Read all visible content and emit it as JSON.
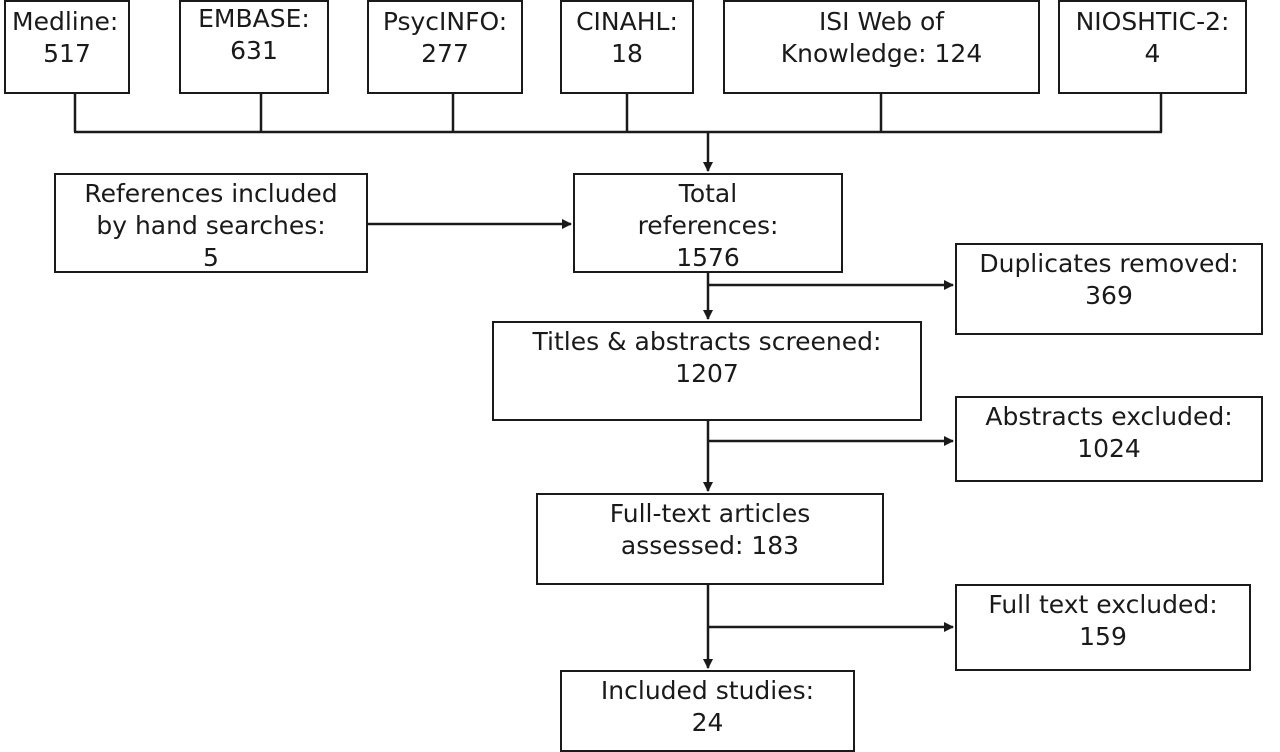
{
  "sources": {
    "medline": {
      "line1": "Medline:",
      "line2": "517"
    },
    "embase": {
      "line1": "EMBASE:",
      "line2": "631"
    },
    "psycinfo": {
      "line1": "PsycINFO:",
      "line2": "277"
    },
    "cinahl": {
      "line1": "CINAHL:",
      "line2": "18"
    },
    "isi": {
      "line1": "ISI Web of",
      "line2": "Knowledge: 124"
    },
    "nioshtic": {
      "line1": "NIOSHTIC-2:",
      "line2": "4"
    }
  },
  "hand_searches": {
    "line1": "References included",
    "line2": "by hand searches:",
    "line3": "5"
  },
  "total": {
    "line1": "Total",
    "line2": "references:",
    "line3": "1576"
  },
  "duplicates": {
    "line1": "Duplicates removed:",
    "line2": "369"
  },
  "titles_screened": {
    "line1": "Titles & abstracts screened:",
    "line2": "1207"
  },
  "abstracts_excluded": {
    "line1": "Abstracts excluded:",
    "line2": "1024"
  },
  "fulltext_assessed": {
    "line1": "Full-text articles",
    "line2": "assessed: 183"
  },
  "fulltext_excluded": {
    "line1": "Full text excluded:",
    "line2": "159"
  },
  "included": {
    "line1": "Included studies:",
    "line2": "24"
  }
}
